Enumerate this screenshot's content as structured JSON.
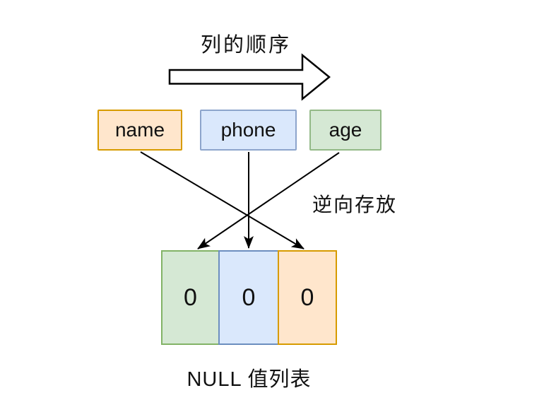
{
  "diagram": {
    "title": "列的顺序",
    "reverse_label": "逆向存放",
    "caption": "NULL 值列表",
    "columns": [
      {
        "label": "name",
        "scheme": "orange"
      },
      {
        "label": "phone",
        "scheme": "blue"
      },
      {
        "label": "age",
        "scheme": "green"
      }
    ],
    "null_list": [
      {
        "value": "0",
        "scheme": "green"
      },
      {
        "value": "0",
        "scheme": "blue"
      },
      {
        "value": "0",
        "scheme": "orange"
      }
    ],
    "colors": {
      "orange": {
        "fill": "#ffe6cc",
        "stroke": "#d79b00"
      },
      "blue": {
        "fill": "#dae8fc",
        "stroke": "#6c8ebf"
      },
      "green": {
        "fill": "#d5e8d4",
        "stroke": "#82b366"
      },
      "arrow": "#000000",
      "background": "#ffffff",
      "text": "#111111"
    }
  }
}
